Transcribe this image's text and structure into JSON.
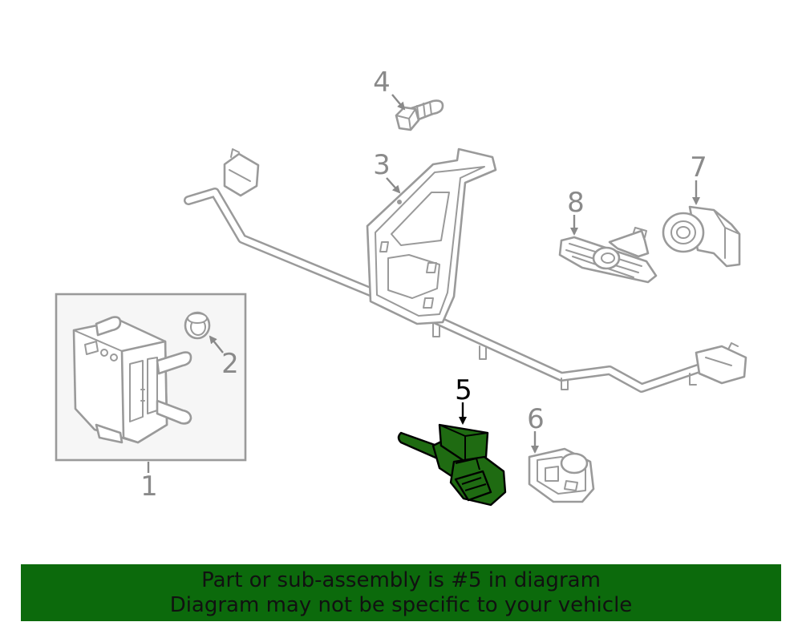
{
  "callouts": {
    "c1": "1",
    "c2": "2",
    "c3": "3",
    "c4": "4",
    "c5": "5",
    "c6": "6",
    "c7": "7",
    "c8": "8"
  },
  "highlighted_part": "5",
  "colors": {
    "highlight_fill": "#1f6b12",
    "banner_background": "#0c6a0c",
    "line_gray": "#9a9a9a"
  },
  "banner": {
    "line1": "Part or sub-assembly is #5 in diagram",
    "line2": "Diagram may not be specific to your vehicle"
  }
}
